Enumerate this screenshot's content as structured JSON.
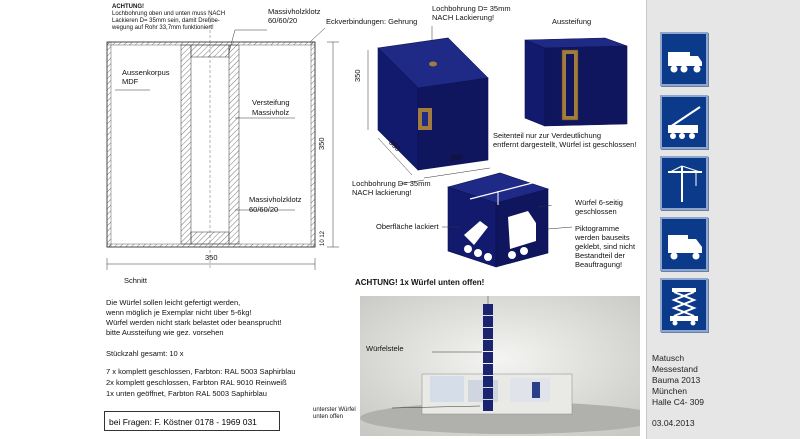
{
  "warning_top": {
    "title": "ACHTUNG!",
    "lines": [
      "Lochbohrung oben und unten muss NACH",
      "Lackieren D= 35mm sein, damit Drehbe-",
      "wegung auf Rohr 33,7mm funktioniert!"
    ]
  },
  "section": {
    "label_massivholzklotz_top": "Massivholzklotz",
    "label_massivholzklotz_top_dim": "60/60/20",
    "label_eckverbindungen": "Eckverbindungen: Gehrung",
    "label_aussenkorpus": "Aussenkorpus",
    "label_aussenkorpus_mat": "MDF",
    "label_versteifung": "Versteifung",
    "label_versteifung_mat": "Massivholz",
    "label_massivholzklotz_bottom": "Massivholzklotz",
    "label_massivholzklotz_bottom_dim": "60/60/20",
    "dim_width": "350",
    "dim_height": "350",
    "dim_small": "10 12",
    "caption": "Schnitt"
  },
  "cube_iso": {
    "label_bore_top_1": "Lochbohrung D= 35mm",
    "label_bore_top_2": "NACH Lackierung!",
    "dim_a": "350",
    "dim_b": "350",
    "dim_c": "350",
    "label_bore_bottom_1": "Lochbohrung D= 35mm",
    "label_bore_bottom_2": "NACH lackierung!"
  },
  "cube_stiff": {
    "label": "Aussteifung",
    "note_1": "Seitenteil nur zur Verdeutlichung",
    "note_2": "entfernt dargestellt, Würfel ist geschlossen!"
  },
  "cube_picto": {
    "label_surface": "Oberfläche lackiert",
    "label_closed_1": "Würfel 6-seitig",
    "label_closed_2": "geschlossen",
    "label_picto_1": "Piktogramme",
    "label_picto_2": "werden bauseits",
    "label_picto_3": "geklebt, sind nicht",
    "label_picto_4": "Bestandteil der",
    "label_picto_5": "Beauftragung!",
    "warning_open": "ACHTUNG! 1x Würfel unten offen!"
  },
  "notes": {
    "line1": "Die Würfel sollen leicht gefertigt werden,",
    "line2": "wenn möglich je Exemplar nicht über 5-6kg!",
    "line3": "Würfel werden nicht stark belastet oder beansprucht!",
    "line4": "bitte Aussteifung wie gez. vorsehen",
    "count": "Stückzahl gesamt: 10 x",
    "spec1": "7 x komplett geschlossen, Farbton: RAL 5003 Saphirblau",
    "spec2": "2x komplett geschlossen, Farbton RAL 9010 Reinweiß",
    "spec3": "1x unten geöffnet, Farbton RAL 5003 Saphirblau",
    "contact": "bei Fragen: F. Köstner  0178 - 1969 031"
  },
  "render": {
    "label_stele": "Würfelstele",
    "label_lowest_1": "unterster Würfel",
    "label_lowest_2": "unten offen"
  },
  "sidebar": {
    "icons": [
      "truck-icon",
      "crane-truck-icon",
      "tower-crane-icon",
      "utility-truck-icon",
      "scissor-lift-icon"
    ],
    "info_lines": [
      "Matusch",
      "Messestand",
      "Bauma 2013",
      "München",
      "Halle C4- 309"
    ],
    "date": "03.04.2013"
  },
  "colors": {
    "cube_blue": "#121a6e",
    "wood": "#a27b3f",
    "icon_blue": "#0b3a8a",
    "panel_bg": "#e6e6e6"
  }
}
